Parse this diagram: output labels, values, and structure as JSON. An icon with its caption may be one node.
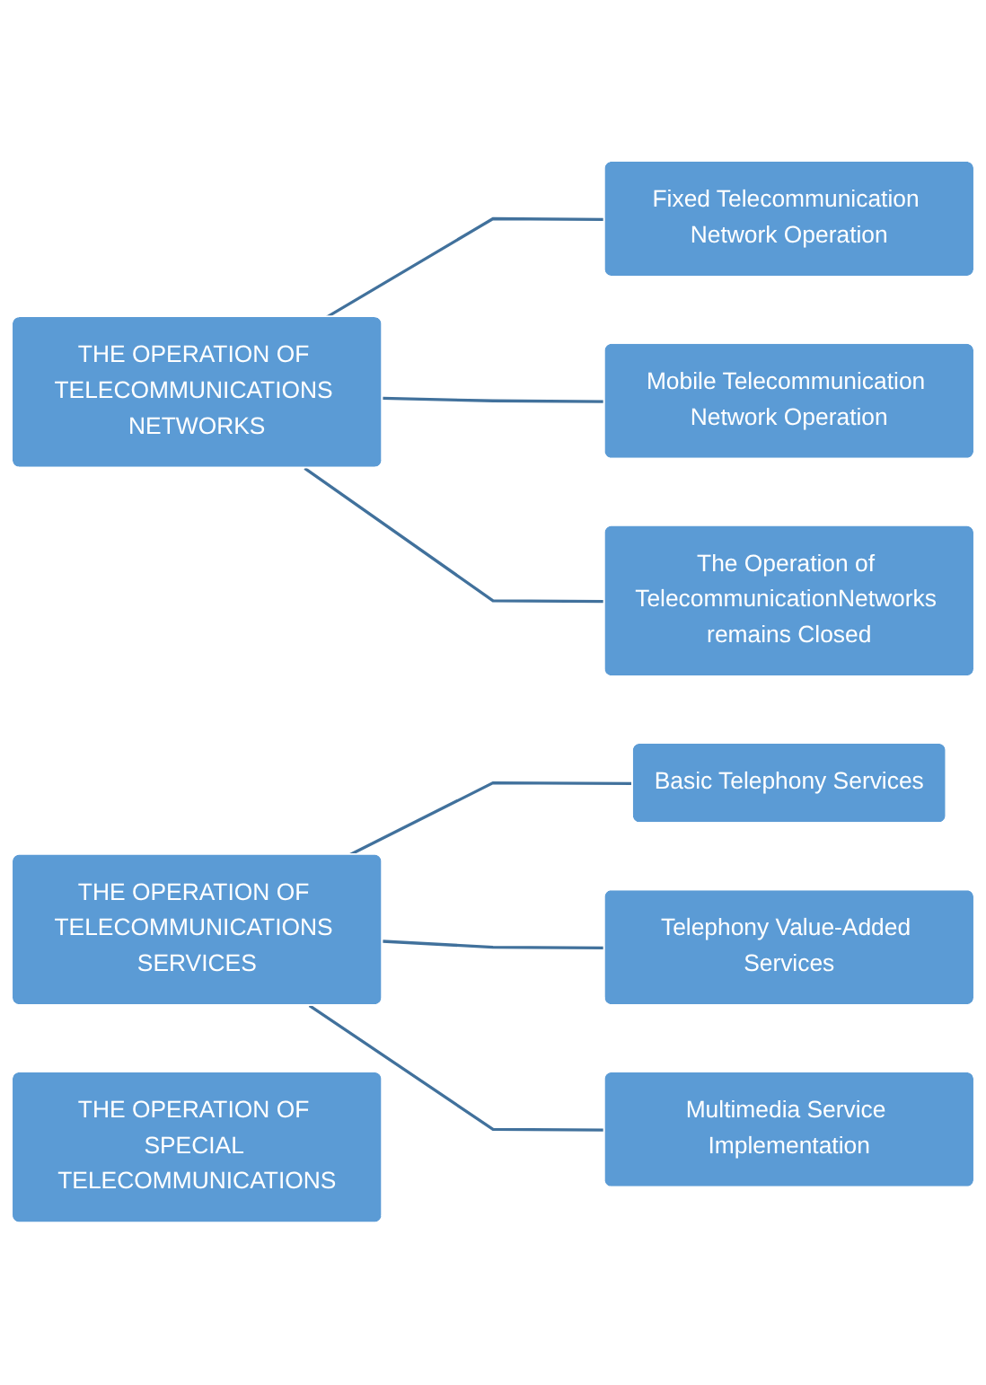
{
  "diagram": {
    "nodes": [
      {
        "text": [
          "THE OPERATION OF TELECOMMUNICATIONS NETWORKS"
        ]
      },
      {
        "text": [
          "Fixed Telecommunication Network Operation"
        ]
      },
      {
        "text": [
          "Mobile Telecommunication Network Operation"
        ]
      },
      {
        "text": [
          "The Operation of TelecommunicationNetworks remains Closed"
        ]
      },
      {
        "text": [
          "THE OPERATION OF TELECOMMUNICATIONS SERVICES"
        ]
      },
      {
        "text": [
          "Basic Telephony Services"
        ]
      },
      {
        "text": [
          "Telephony Value-Added Services"
        ]
      },
      {
        "text": [
          "THE OPERATION OF SPECIAL TELECOMMUNICATIONS"
        ]
      },
      {
        "text": [
          "Multimedia Service Implementation"
        ]
      }
    ],
    "edges": [
      {
        "from": 0,
        "to": 1,
        "arrow": "none"
      },
      {
        "from": 0,
        "to": 2,
        "arrow": "none"
      },
      {
        "from": 0,
        "to": 3,
        "arrow": "none"
      },
      {
        "from": 4,
        "to": 5,
        "arrow": "none"
      },
      {
        "from": 4,
        "to": 6,
        "arrow": "none"
      },
      {
        "from": 4,
        "to": 8,
        "arrow": "none"
      }
    ]
  }
}
